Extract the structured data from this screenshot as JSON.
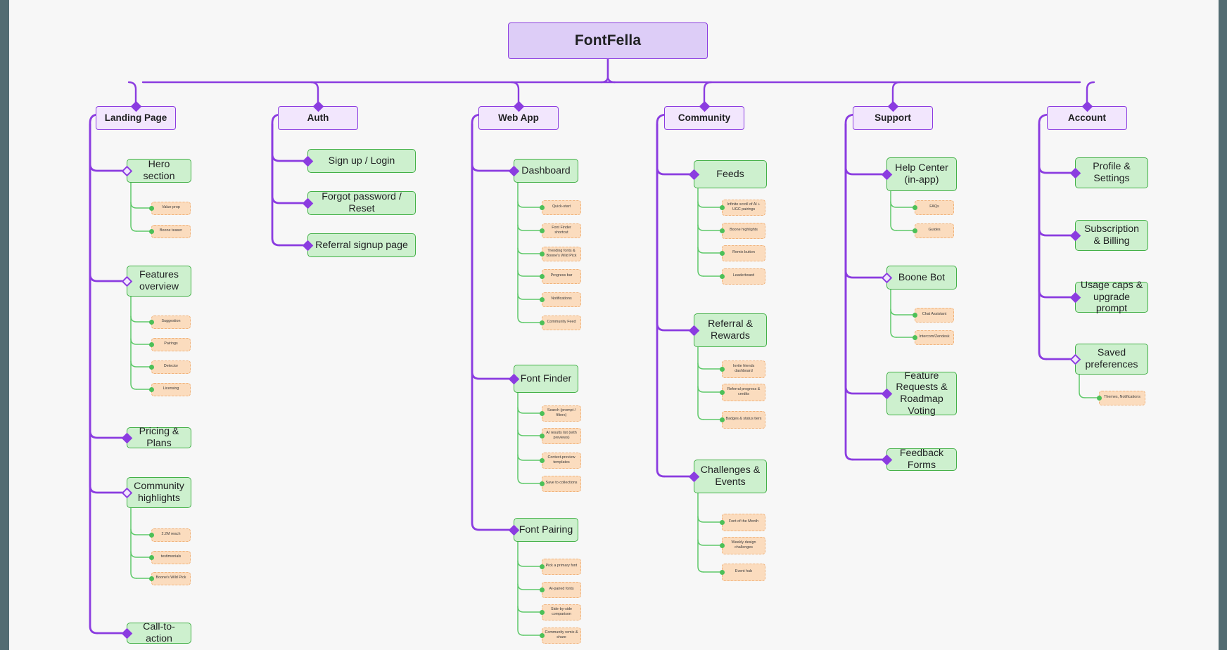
{
  "meta": {
    "diagram_type": "mind-map-sitemap",
    "canvas_background": "#f7f7f7",
    "viewport_background": "#536c72",
    "colors": {
      "root_fill": "#ddcdf7",
      "level1_fill": "#f2e6fd",
      "level1_stroke": "#8b3ce0",
      "level2_fill": "#cdf0ce",
      "level2_stroke": "#43b047",
      "level3_fill": "#fbdcbe",
      "level3_stroke": "#f0b27a",
      "purple_edge": "#8b3ce0",
      "green_edge": "#5fc96a"
    }
  },
  "root": {
    "label": "FontFella"
  },
  "branches": [
    {
      "id": "landing-page",
      "label": "Landing Page",
      "children": [
        {
          "label": "Hero section",
          "leaves": [
            "Value prop",
            "Boone teaser"
          ]
        },
        {
          "label": "Features overview",
          "leaves": [
            "Suggestion",
            "Pairings",
            "Detector",
            "Licensing"
          ]
        },
        {
          "label": "Pricing & Plans",
          "leaves": []
        },
        {
          "label": "Community highlights",
          "leaves": [
            "2.2M reach",
            "testimonials",
            "Boone's Wild Pick"
          ]
        },
        {
          "label": "Call-to-action",
          "leaves": []
        }
      ]
    },
    {
      "id": "auth",
      "label": "Auth",
      "children": [
        {
          "label": "Sign up / Login",
          "leaves": []
        },
        {
          "label": "Forgot password / Reset",
          "leaves": []
        },
        {
          "label": "Referral signup page",
          "leaves": []
        }
      ]
    },
    {
      "id": "web-app",
      "label": "Web App",
      "children": [
        {
          "label": "Dashboard",
          "leaves": [
            "Quick-start",
            "Font Finder shortcut",
            "Trending fonts & Boone's Wild Pick",
            "Progress bar",
            "Notifications",
            "Community Feed"
          ]
        },
        {
          "label": "Font Finder",
          "leaves": [
            "Search (prompt / filters)",
            "AI results list (with previews)",
            "Context-preview templates",
            "Save to collections"
          ]
        },
        {
          "label": "Font Pairing",
          "leaves": [
            "Pick a primary font",
            "AI-paired fonts",
            "Side-by-side comparison",
            "Community remix & share"
          ]
        }
      ]
    },
    {
      "id": "community",
      "label": "Community",
      "children": [
        {
          "label": "Feeds",
          "leaves": [
            "Infinite scroll of AI + UGC pairings",
            "Boone highlights",
            "Remix button",
            "Leaderboard"
          ]
        },
        {
          "label": "Referral & Rewards",
          "leaves": [
            "Invite friends dashboard",
            "Referral progress & credits",
            "Badges & status tiers"
          ]
        },
        {
          "label": "Challenges & Events",
          "leaves": [
            "Font of the Month",
            "Weekly design challenges",
            "Event hub"
          ]
        }
      ]
    },
    {
      "id": "support",
      "label": "Support",
      "children": [
        {
          "label": "Help Center (in-app)",
          "leaves": [
            "FAQs",
            "Guides"
          ]
        },
        {
          "label": "Boone Bot",
          "leaves": [
            "Chat Assistant",
            "Intercom/Zendesk"
          ]
        },
        {
          "label": "Feature Requests & Roadmap Voting",
          "leaves": []
        },
        {
          "label": "Feedback Forms",
          "leaves": []
        }
      ]
    },
    {
      "id": "account",
      "label": "Account",
      "children": [
        {
          "label": "Profile & Settings",
          "leaves": []
        },
        {
          "label": "Subscription & Billing",
          "leaves": []
        },
        {
          "label": "Usage caps & upgrade prompt",
          "leaves": []
        },
        {
          "label": "Saved preferences",
          "leaves": [
            "Themes, Notifications"
          ]
        }
      ]
    }
  ]
}
